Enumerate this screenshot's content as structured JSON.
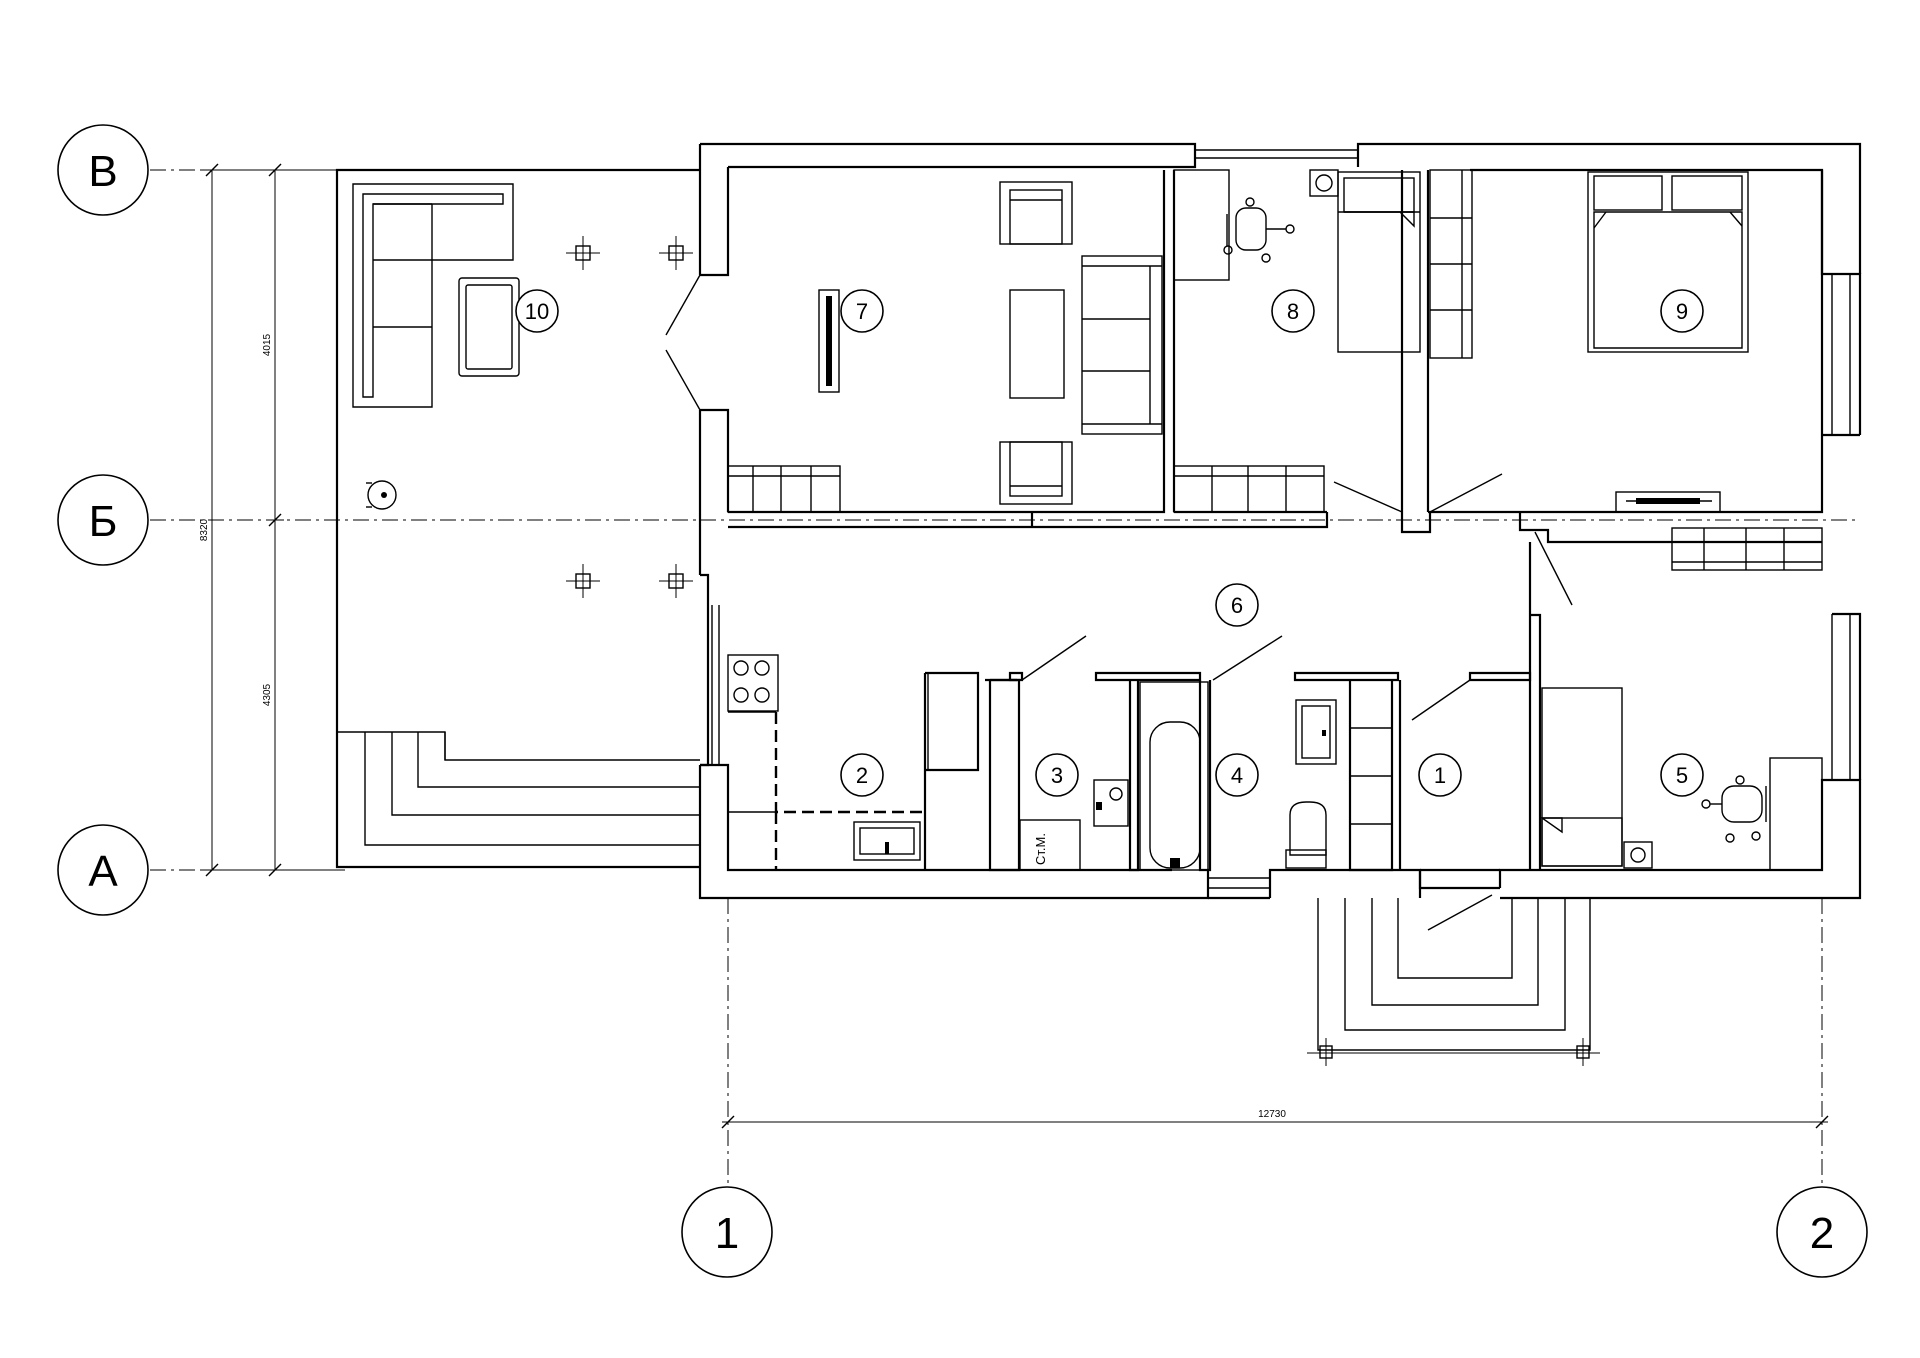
{
  "axes": {
    "rows": [
      "В",
      "Б",
      "А"
    ],
    "columns": [
      "1",
      "2"
    ]
  },
  "dimensions": {
    "total_height": "8320",
    "upper_span": "4015",
    "lower_span": "4305",
    "total_width": "12730"
  },
  "rooms": [
    "1",
    "2",
    "3",
    "4",
    "5",
    "6",
    "7",
    "8",
    "9",
    "10"
  ],
  "labels": {
    "closet": "Ст.М."
  }
}
